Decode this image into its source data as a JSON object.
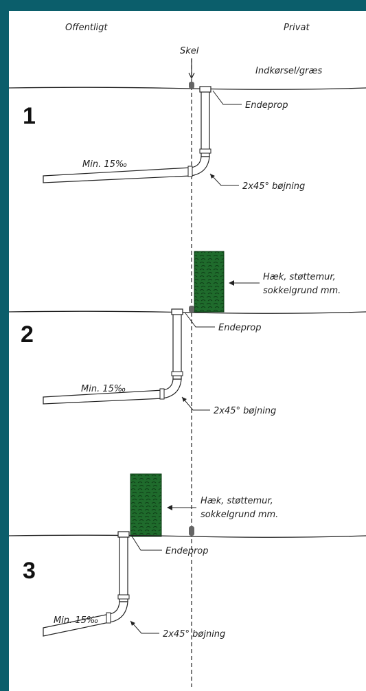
{
  "header": {
    "left_label": "Offentligt",
    "right_label": "Privat"
  },
  "skel_label": "Skel",
  "surface_label": "Indkørsel/græs",
  "scenarios": [
    {
      "number": "1",
      "endeprop": "Endeprop",
      "slope": "Min. 15‰",
      "bend": "2x45° bøjning"
    },
    {
      "number": "2",
      "endeprop": "Endeprop",
      "slope": "Min. 15‰",
      "bend": "2x45° bøjning",
      "hedge": [
        "Hæk, støttemur,",
        "sokkelgrund mm."
      ]
    },
    {
      "number": "3",
      "endeprop": "Endeprop",
      "slope": "Min. 15‰",
      "bend": "2x45° bøjning",
      "hedge": [
        "Hæk, støttemur,",
        "sokkelgrund mm."
      ]
    }
  ],
  "colors": {
    "frame": "#0b5e6b",
    "hedge": "#1f6b2c"
  }
}
